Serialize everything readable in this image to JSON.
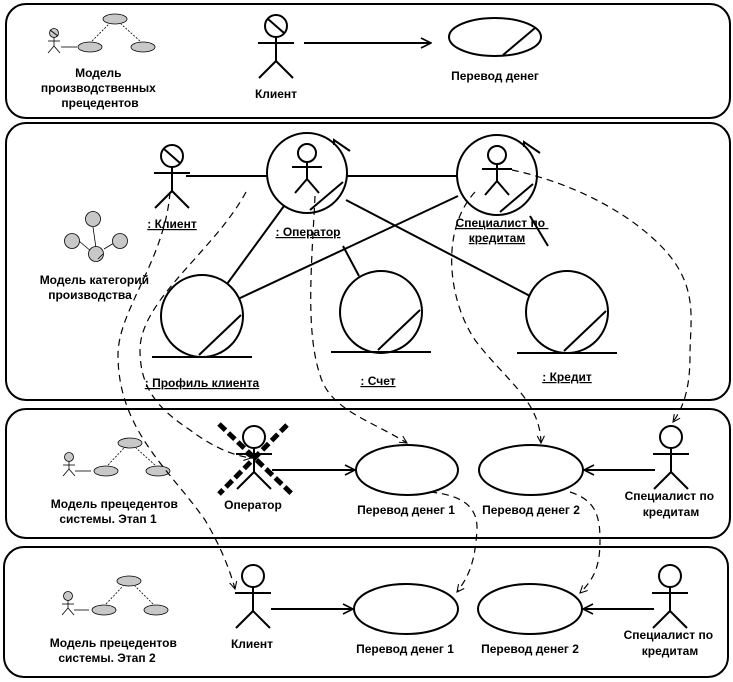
{
  "panel1": {
    "legend": [
      "Модель",
      "производственных",
      "прецедентов"
    ],
    "actor": "Клиент",
    "usecase": "Перевод денег"
  },
  "panel2": {
    "legend": [
      "Модель категорий",
      "производства"
    ],
    "client": ": Клиент",
    "operator": ": Оператор",
    "specialist": [
      "Специалист по",
      "кредитам"
    ],
    "profile": ": Профиль клиента",
    "account": ": Счет",
    "credit": ": Кредит"
  },
  "panel3": {
    "legend": [
      "Модель прецедентов",
      "системы. Этап 1"
    ],
    "operator": "Оператор",
    "usecase1": "Перевод денег 1",
    "usecase2": "Перевод денег 2",
    "specialist": [
      "Специалист по",
      "кредитам"
    ]
  },
  "panel4": {
    "legend": [
      "Модель прецедентов",
      "системы. Этап 2"
    ],
    "client": "Клиент",
    "usecase1": "Перевод денег 1",
    "usecase2": "Перевод денег 2",
    "specialist": [
      "Специалист по",
      "кредитам"
    ]
  }
}
